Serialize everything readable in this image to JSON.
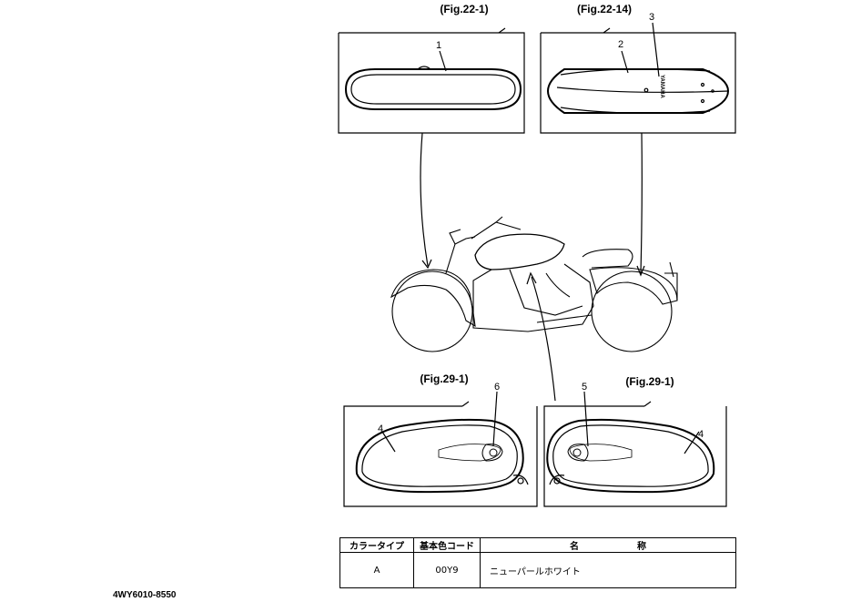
{
  "figures": {
    "top_left_ref": "(Fig.22-1)",
    "top_right_ref": "(Fig.22-14)",
    "bottom_left_ref": "(Fig.29-1)",
    "bottom_right_ref": "(Fig.29-1)"
  },
  "callouts": {
    "c1": "1",
    "c2": "2",
    "c3": "3",
    "c4_left": "4",
    "c4_right": "4",
    "c5": "5",
    "c6": "6"
  },
  "emblem_text": "YAMAHA",
  "legend": {
    "headers": {
      "color_type": "カラータイプ",
      "base_color_code": "基本色コード",
      "name_part1": "名",
      "name_part2": "称"
    },
    "rows": [
      {
        "color_type": "A",
        "code": "00Y9",
        "name": "ニューパールホワイト"
      }
    ]
  },
  "part_number": "4WY6010-8550"
}
